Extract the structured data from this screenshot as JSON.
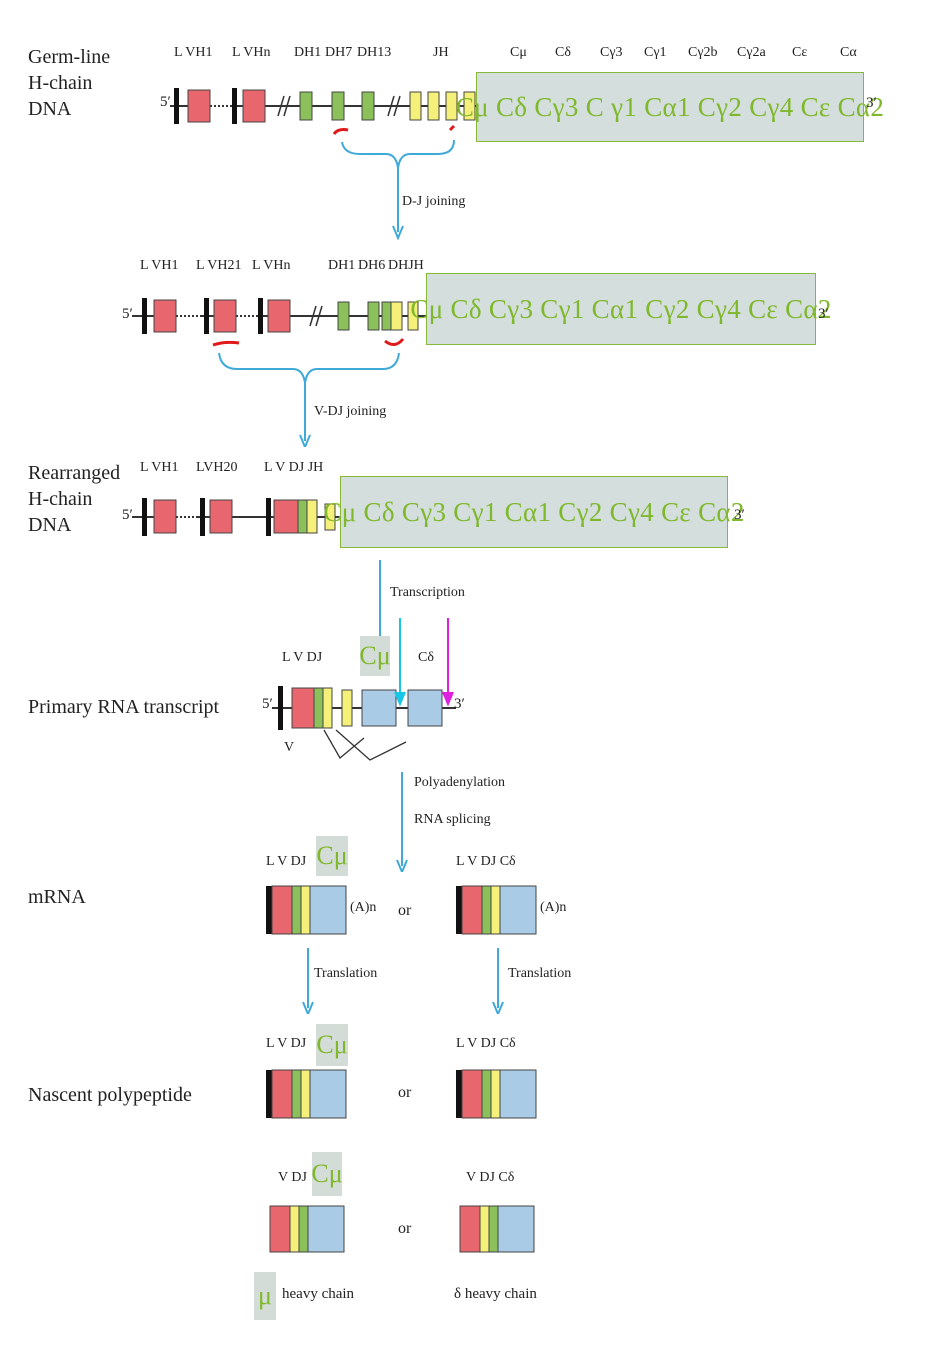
{
  "row_labels": {
    "germline": [
      "Germ-line",
      "H-chain",
      "DNA"
    ],
    "rearranged": [
      "Rearranged",
      "H-chain",
      "DNA"
    ],
    "primary": "Primary RNA transcript",
    "mrna": "mRNA",
    "nascent": "Nascent polypeptide"
  },
  "germline": {
    "five": "5′",
    "three": "3′",
    "gene_labels": [
      "L VH1",
      "L VHn",
      "DH1",
      "DH7",
      "DH13",
      "JH"
    ],
    "c_labels": [
      "Cμ",
      "Cδ",
      "Cγ3",
      "Cγ1",
      "Cγ2b",
      "Cγ2a",
      "Cε",
      "Cα"
    ],
    "const_box": "Cμ  Cδ  Cγ3  C γ1  Cα1 Cγ2  Cγ4 Cε Cα2"
  },
  "dj": {
    "five": "5′",
    "three": "3′",
    "gene_labels": [
      "L VH1",
      "L VH21",
      "L VHn",
      "DH1",
      "DH6",
      "DHJH"
    ],
    "const_box": "Cμ  Cδ  Cγ3  Cγ1  Cα1 Cγ2  Cγ4 Cε Cα2"
  },
  "rearranged": {
    "five": "5′",
    "three": "3′",
    "gene_labels": [
      "L VH1",
      "LVH20",
      "L  V DJ  JH"
    ],
    "const_box": "Cμ  Cδ  Cγ3  Cγ1  Cα1 Cγ2  Cγ4 Cε Cα2"
  },
  "steps": {
    "dj_joining": "D-J joining",
    "vdj_joining": "V-DJ joining",
    "transcription": "Transcription",
    "polyadenylation": "Polyadenylation",
    "rna_splicing": "RNA splicing",
    "translation_left": "Translation",
    "translation_right": "Translation"
  },
  "primary": {
    "five": "5′",
    "three": "3′",
    "label_lvdj": "L  V DJ",
    "label_cmu": "Cμ",
    "label_cdelta": "Cδ",
    "label_v": "V"
  },
  "mrna": {
    "left_label": "L V DJ",
    "left_c": "Cμ",
    "left_tail": "(A)n",
    "or": "or",
    "right_label": "L V DJ  Cδ",
    "right_tail": "(A)n"
  },
  "nascent": {
    "left_label": "L V DJ",
    "left_c": "Cμ",
    "or": "or",
    "right_label": "L V DJ  Cδ"
  },
  "final": {
    "left_label": "V DJ",
    "left_c": "Cμ",
    "or": "or",
    "right_label": "V DJ  Cδ",
    "mu_symbol": "μ",
    "mu_caption": "heavy chain",
    "delta_caption": "δ heavy chain"
  },
  "colors": {
    "v_red": "#e8666e",
    "d_green": "#8cc05a",
    "j_yellow": "#f5f07a",
    "c_blue": "#a9cbe6",
    "accent_green": "#7fb82a",
    "arrow_blue": "#3fa9d8",
    "cyan": "#19c6e6",
    "magenta": "#e020e0",
    "mark_red": "#e01a1a"
  }
}
